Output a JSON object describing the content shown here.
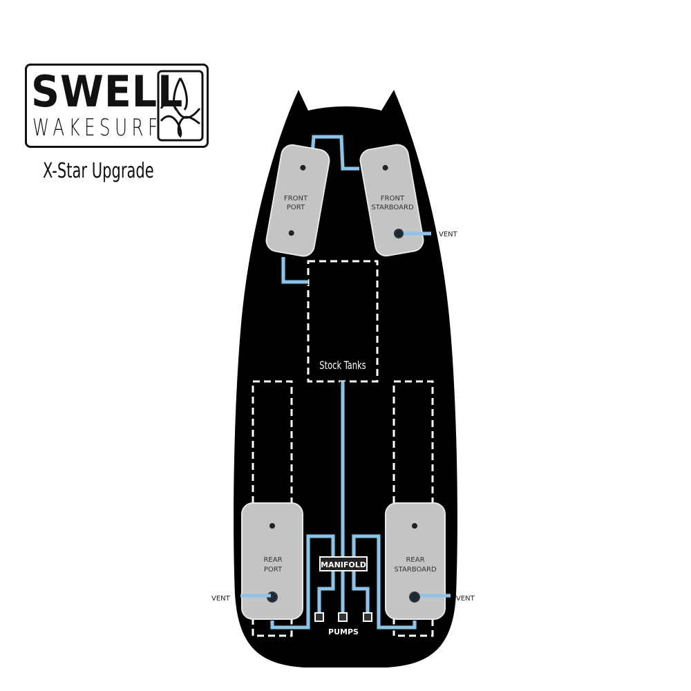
{
  "brand": {
    "name": "SWELL",
    "tagline": "WAKESURF",
    "subtitle": "X-Star Upgrade"
  },
  "diagram": {
    "tanks": [
      {
        "id": "front-port",
        "line1": "FRONT",
        "line2": "PORT"
      },
      {
        "id": "front-starboard",
        "line1": "FRONT",
        "line2": "STARBOARD"
      },
      {
        "id": "rear-port",
        "line1": "REAR",
        "line2": "PORT"
      },
      {
        "id": "rear-starboard",
        "line1": "REAR",
        "line2": "STARBOARD"
      }
    ],
    "stock_tanks_label": "Stock Tanks",
    "manifold_label": "MANIFOLD",
    "pumps_label": "PUMPS",
    "vent_labels": [
      "VENT",
      "VENT",
      "VENT"
    ]
  },
  "colors": {
    "hull": "#000000",
    "tank_fill": "#c4c4c6",
    "plumbing": "#8fc3e6",
    "dashed_outline": "#ffffff",
    "text_dark": "#111111"
  }
}
